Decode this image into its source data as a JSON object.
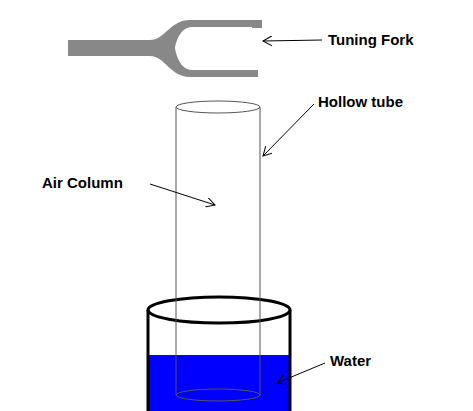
{
  "diagram": {
    "labels": [
      "Tuning Fork",
      "Hollow tube",
      "Air Column",
      "Water"
    ]
  }
}
